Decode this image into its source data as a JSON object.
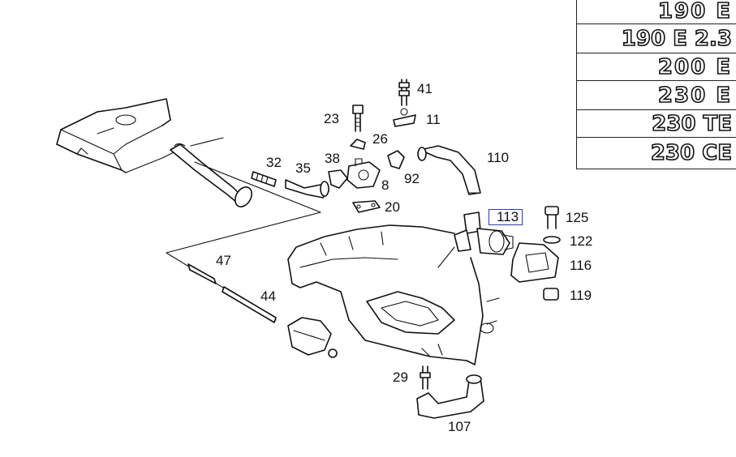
{
  "diagram": {
    "part_labels": [
      "41",
      "11",
      "23",
      "26",
      "38",
      "32",
      "35",
      "8",
      "92",
      "20",
      "110",
      "113",
      "125",
      "122",
      "116",
      "119",
      "47",
      "44",
      "29",
      "107"
    ],
    "highlighted_part": "113",
    "highlight_color": "#2b3bb8"
  },
  "models": [
    "190 E",
    "190 E 2.3",
    "200 E",
    "230 E",
    "230 TE",
    "230 CE"
  ]
}
